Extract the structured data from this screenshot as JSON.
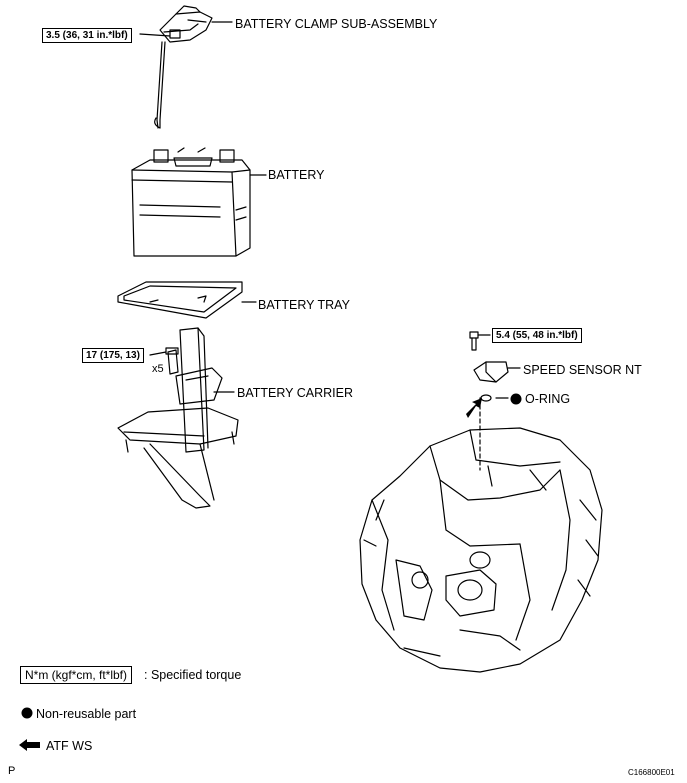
{
  "labels": {
    "clamp": "BATTERY CLAMP SUB-ASSEMBLY",
    "battery": "BATTERY",
    "tray": "BATTERY TRAY",
    "carrier": "BATTERY CARRIER",
    "speed_sensor": "SPEED SENSOR NT",
    "oring": "O-RING"
  },
  "torques": {
    "clamp": "3.5 (36, 31 in.*lbf)",
    "carrier": "17 (175, 13)",
    "sensor": "5.4 (55, 48 in.*lbf)"
  },
  "carrier_count": "x5",
  "legend": {
    "torque_box": "N*m (kgf*cm, ft*lbf)",
    "torque_desc": ": Specified torque",
    "nonreusable": "Non-reusable part",
    "atf": "ATF WS"
  },
  "footer": {
    "page_mark": "P",
    "code": "C166800E01"
  }
}
